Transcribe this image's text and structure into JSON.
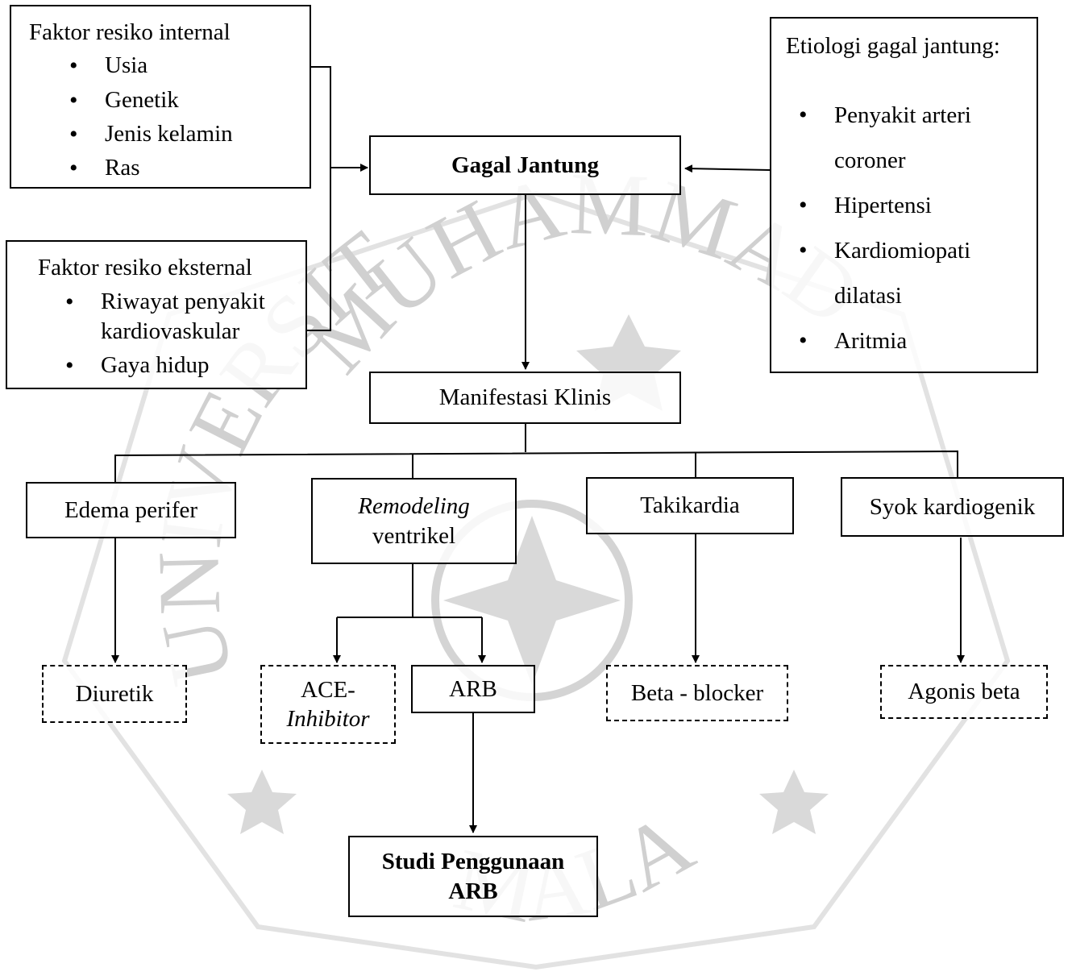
{
  "watermark": {
    "arc_top": "MUHAMMADIYAH",
    "arc_left": "UNIVERSITAS",
    "arc_bottom": "MALANG"
  },
  "internal_risk": {
    "title": "Faktor resiko internal",
    "items": [
      "Usia",
      "Genetik",
      "Jenis kelamin",
      "Ras"
    ]
  },
  "external_risk": {
    "title": "Faktor resiko eksternal",
    "items": [
      "Riwayat penyakit kardiovaskular",
      "Gaya hidup"
    ]
  },
  "etiology": {
    "title": "Etiologi gagal jantung:",
    "items": [
      "Penyakit arteri coroner",
      "Hipertensi",
      "Kardiomiopati dilatasi",
      "Aritmia"
    ]
  },
  "heart_failure": {
    "label": "Gagal Jantung"
  },
  "clinical_manifestation": {
    "label": "Manifestasi Klinis"
  },
  "manifestations": {
    "edema": "Edema perifer",
    "remodeling_italic": "Remodeling",
    "remodeling_rest": "ventrikel",
    "tachycardia": "Takikardia",
    "shock": "Syok kardiogenik"
  },
  "treatments": {
    "diuretic": "Diuretik",
    "ace_line1": "ACE-",
    "ace_line2": "Inhibitor",
    "arb": "ARB",
    "beta_blocker": "Beta - blocker",
    "beta_agonist": "Agonis beta"
  },
  "study": {
    "line1": "Studi Penggunaan",
    "line2": "ARB"
  }
}
